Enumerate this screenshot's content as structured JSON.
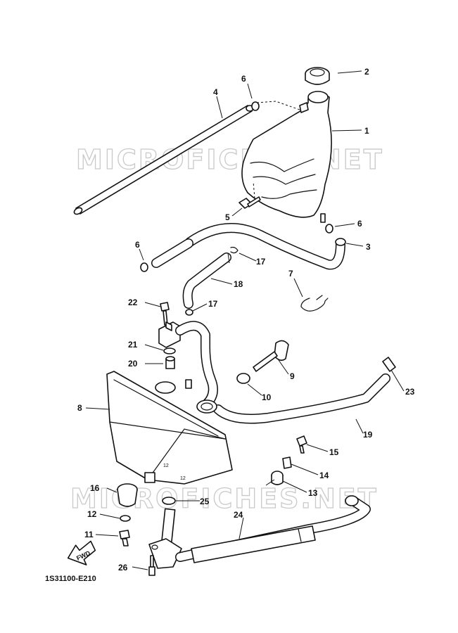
{
  "diagram_code": "1S31100-E210",
  "watermark": "MICROFICHES.NET",
  "direction_label": "FWD",
  "tank_marks": [
    "12",
    "12"
  ],
  "callouts": [
    "1",
    "2",
    "3",
    "4",
    "5",
    "6",
    "6",
    "7",
    "8",
    "9",
    "10",
    "11",
    "12",
    "13",
    "14",
    "15",
    "16",
    "17",
    "17",
    "18",
    "19",
    "20",
    "21",
    "22",
    "23",
    "24",
    "25",
    "26"
  ]
}
